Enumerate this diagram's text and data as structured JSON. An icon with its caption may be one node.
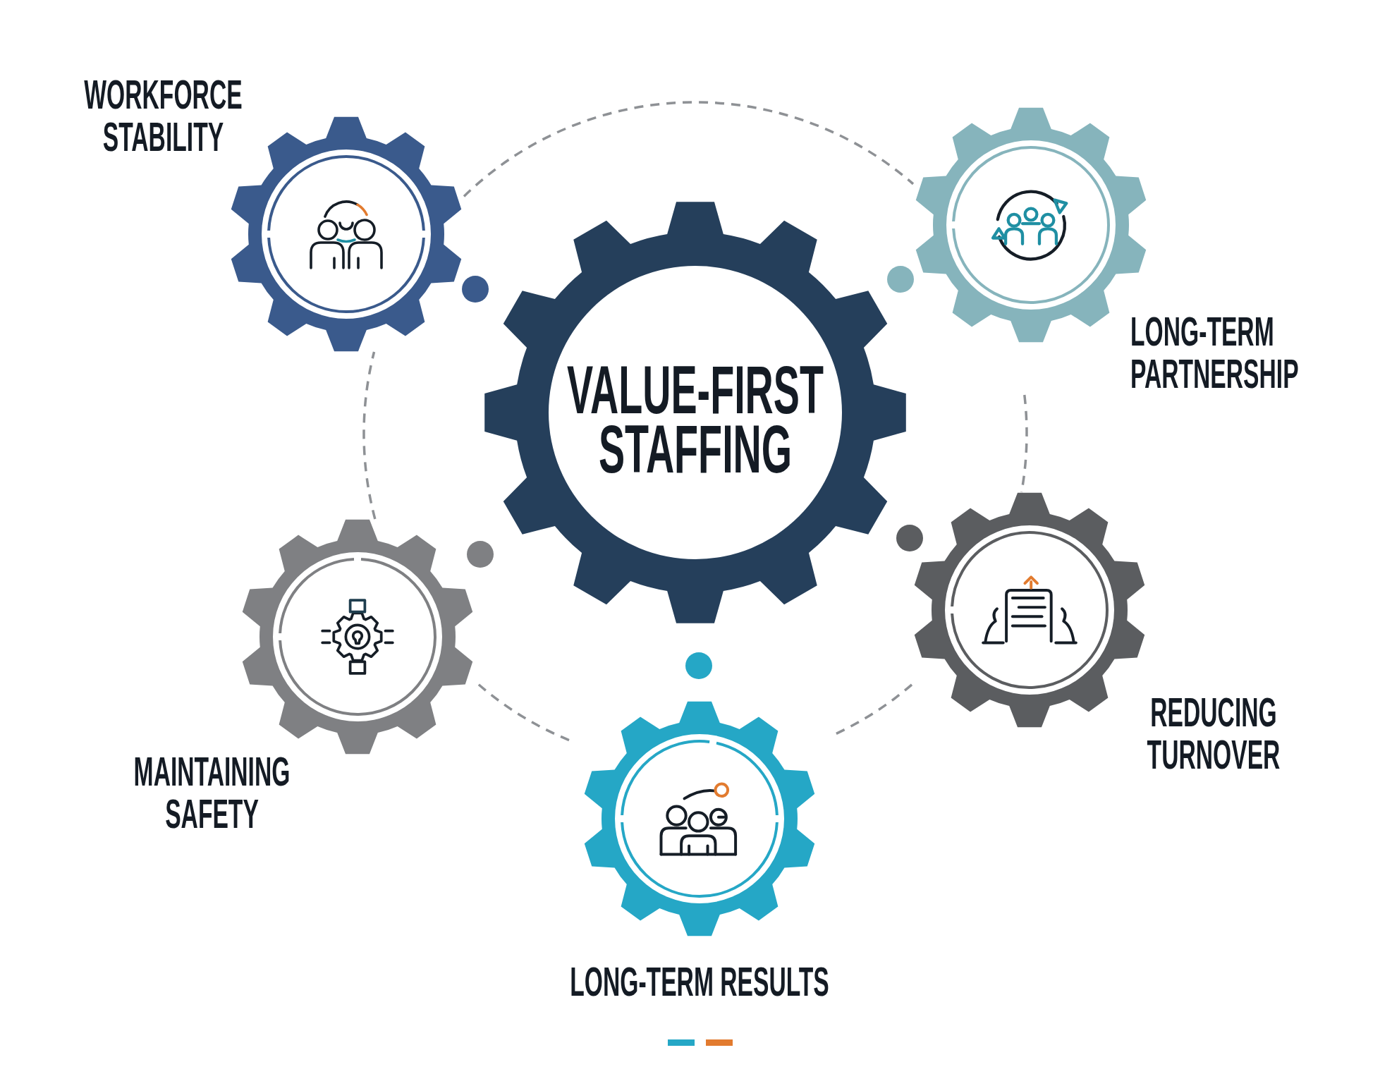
{
  "diagram": {
    "nodes": [
      {
        "text": [
          "WORKFORCE STABILITY"
        ]
      },
      {
        "text": [
          "LONG-TERM PARTNERSHIP"
        ]
      },
      {
        "text": [
          "VALUE-FIRST STAFFING"
        ]
      },
      {
        "text": [
          "MAINTAINING SAFETY"
        ]
      },
      {
        "text": [
          "REDUCING TURNOVER"
        ]
      },
      {
        "text": [
          "LONG-TERM RESULTS"
        ]
      }
    ],
    "edges": [
      {
        "from": 0,
        "to": 1,
        "arrow": "none",
        "style": "dashed"
      },
      {
        "from": 1,
        "to": 4,
        "arrow": "none",
        "style": "dashed"
      },
      {
        "from": 4,
        "to": 5,
        "arrow": "none",
        "style": "dashed"
      },
      {
        "from": 5,
        "to": 3,
        "arrow": "none",
        "style": "dashed"
      },
      {
        "from": 3,
        "to": 0,
        "arrow": "none",
        "style": "dashed"
      }
    ]
  }
}
